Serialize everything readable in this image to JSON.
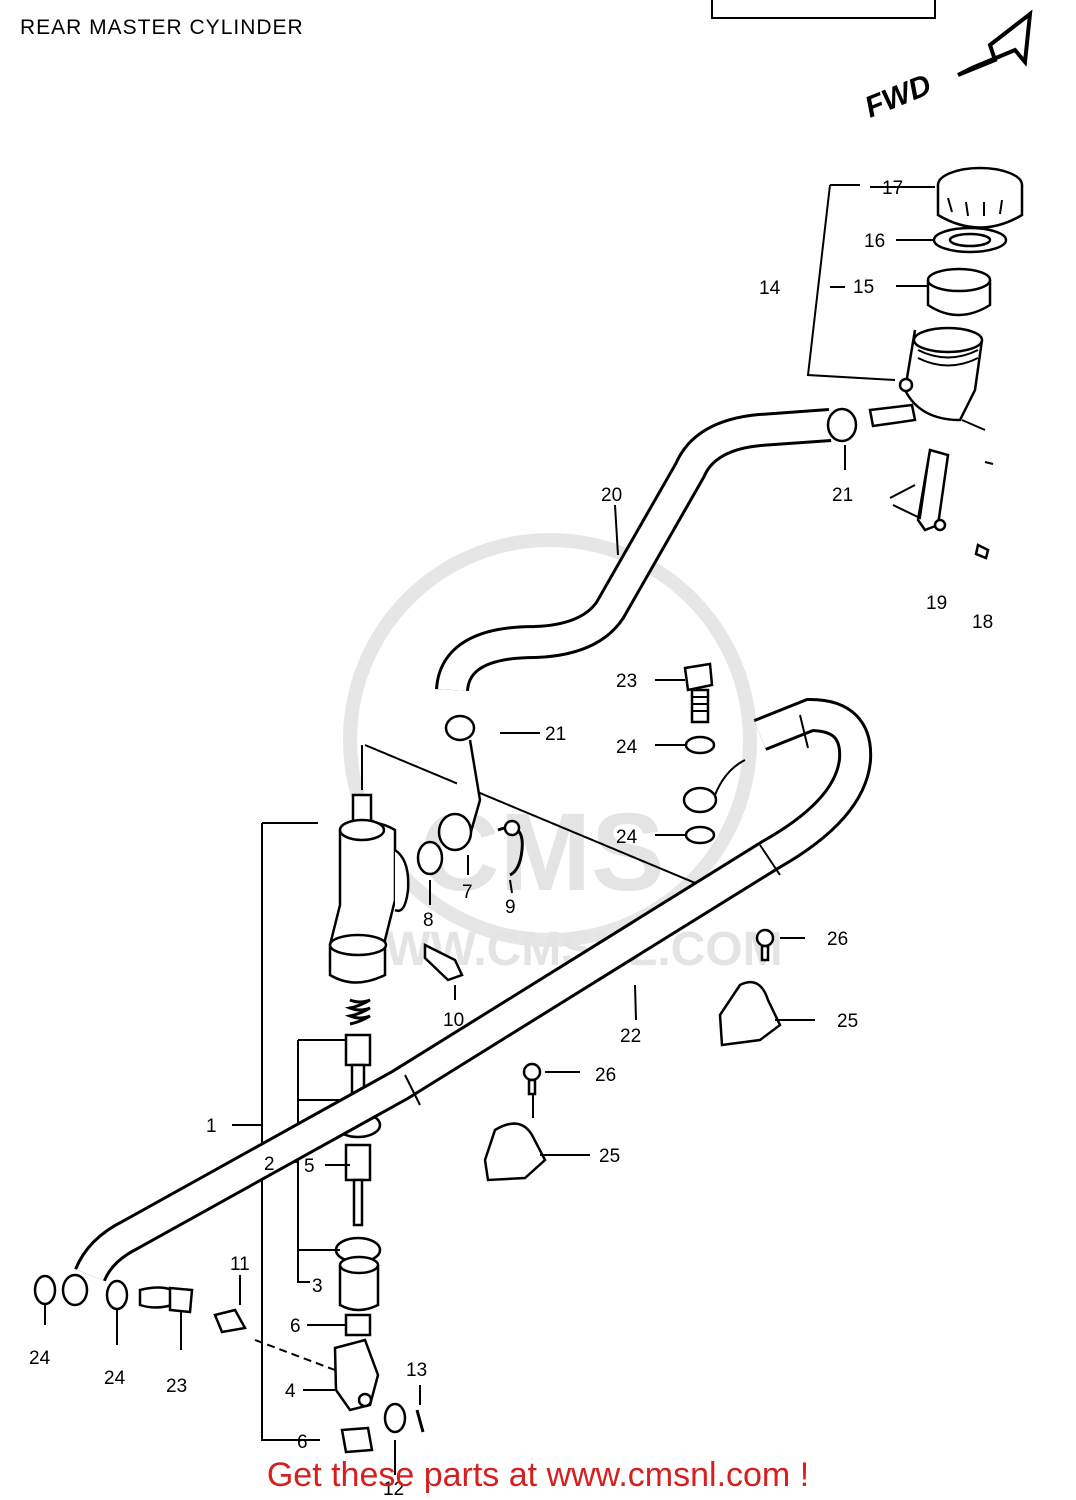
{
  "title": "REAR MASTER CYLINDER",
  "footer": "Get these parts at www.cmsnl.com !",
  "direction_label": "FWD",
  "watermark": {
    "brand": "CMS",
    "url": "WWW.CMSNL.COM"
  },
  "callouts": {
    "c1": "1",
    "c2": "2",
    "c3": "3",
    "c4": "4",
    "c5": "5",
    "c6a": "6",
    "c6b": "6",
    "c7": "7",
    "c8": "8",
    "c9": "9",
    "c10": "10",
    "c11": "11",
    "c12": "12",
    "c13": "13",
    "c14": "14",
    "c15": "15",
    "c16": "16",
    "c17": "17",
    "c18": "18",
    "c19": "19",
    "c20": "20",
    "c21a": "21",
    "c21b": "21",
    "c22": "22",
    "c23a": "23",
    "c23b": "23",
    "c24a": "24",
    "c24b": "24",
    "c24c": "24",
    "c24d": "24",
    "c25a": "25",
    "c25b": "25",
    "c26a": "26",
    "c26b": "26"
  },
  "colors": {
    "footer": "#d62020",
    "watermark": "#e4e4e4"
  }
}
